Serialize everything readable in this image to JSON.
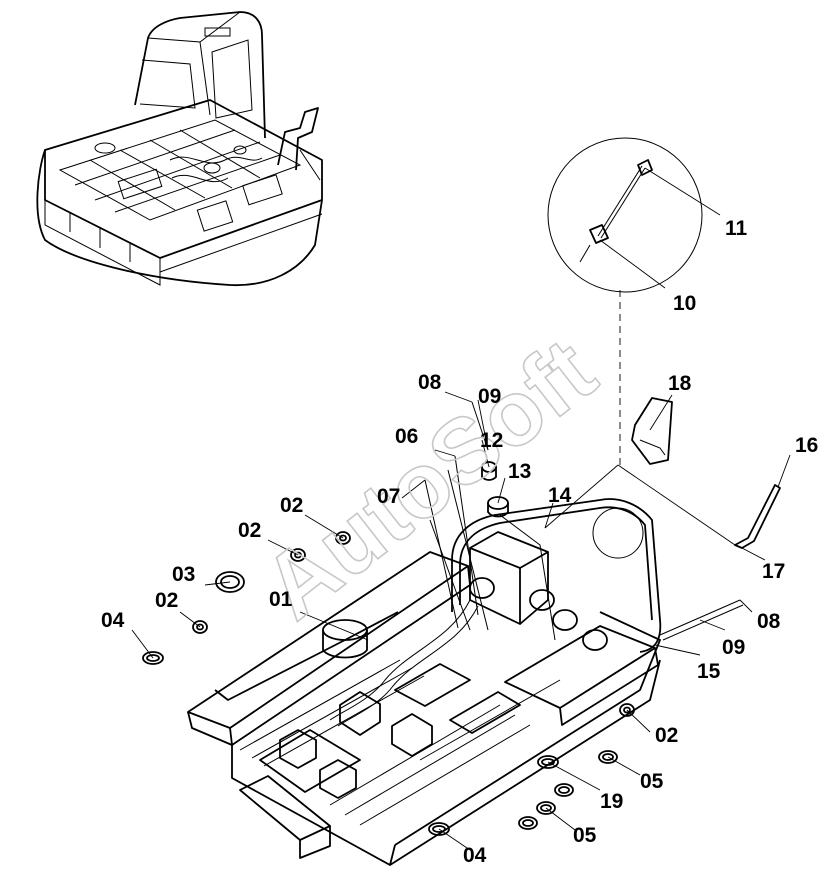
{
  "watermark": "AutoSoft",
  "callouts": [
    {
      "label": "01"
    },
    {
      "label": "02"
    },
    {
      "label": "02"
    },
    {
      "label": "02"
    },
    {
      "label": "02"
    },
    {
      "label": "03"
    },
    {
      "label": "04"
    },
    {
      "label": "04"
    },
    {
      "label": "05"
    },
    {
      "label": "05"
    },
    {
      "label": "06"
    },
    {
      "label": "07"
    },
    {
      "label": "08"
    },
    {
      "label": "08"
    },
    {
      "label": "09"
    },
    {
      "label": "09"
    },
    {
      "label": "10"
    },
    {
      "label": "11"
    },
    {
      "label": "12"
    },
    {
      "label": "13"
    },
    {
      "label": "14"
    },
    {
      "label": "15"
    },
    {
      "label": "16"
    },
    {
      "label": "17"
    },
    {
      "label": "18"
    },
    {
      "label": "19"
    }
  ]
}
